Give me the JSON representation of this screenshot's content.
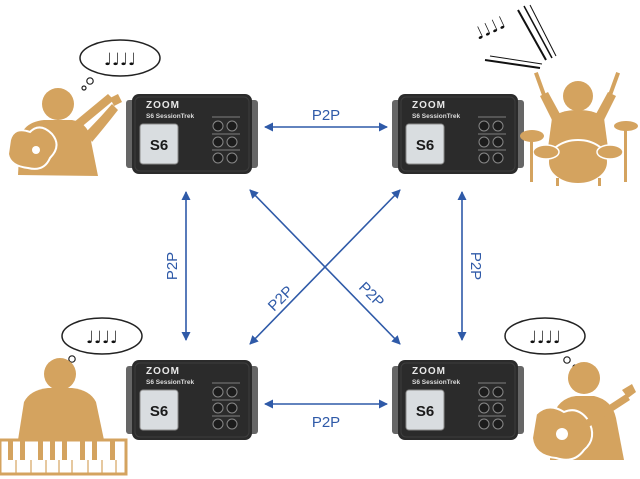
{
  "connection_label": "P2P",
  "device": {
    "brand": "ZOOM",
    "model": "S6 SessionTrek",
    "screen_text": "S6"
  },
  "musicians": [
    {
      "id": "guitar",
      "icon": "electric-guitarist-icon",
      "notes": "♩♩♩♩"
    },
    {
      "id": "drums",
      "icon": "drummer-icon",
      "notes": "♩♩♩♩"
    },
    {
      "id": "keyboard",
      "icon": "keyboardist-icon",
      "notes": "♩♩♩♩"
    },
    {
      "id": "acoustic",
      "icon": "acoustic-guitarist-icon",
      "notes": "♩♩♩♩"
    }
  ],
  "colors": {
    "figure": "#d4a35f",
    "arrow": "#2f5aa8",
    "device_body": "#2b2b2b",
    "device_screen": "#d9dde0"
  }
}
